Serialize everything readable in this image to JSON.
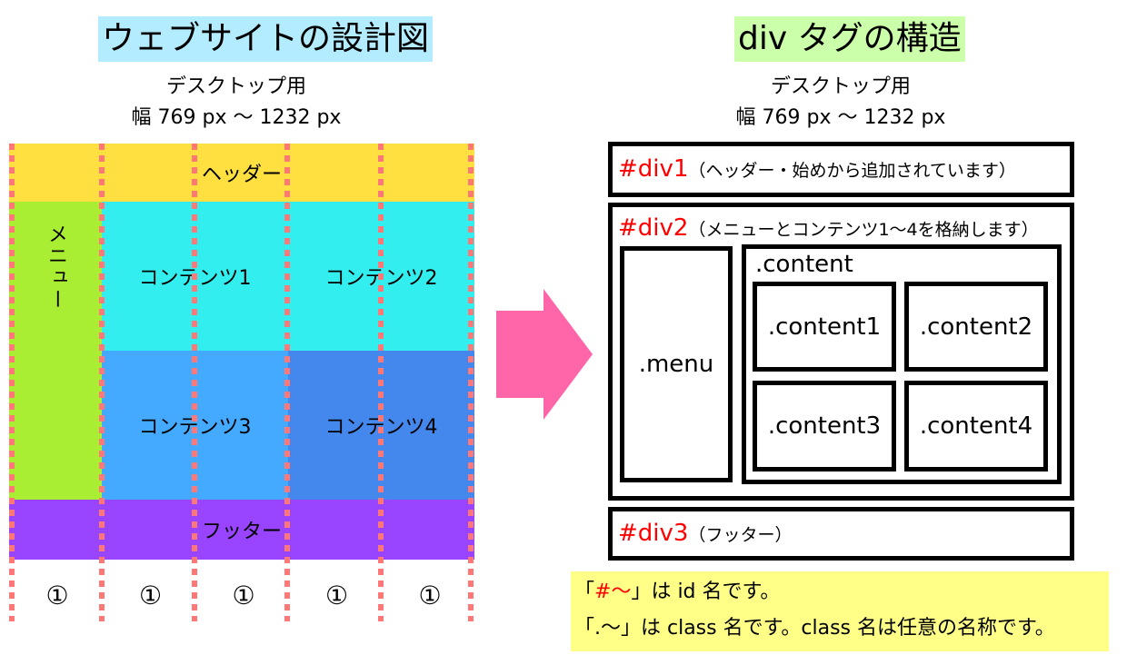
{
  "left": {
    "title": "ウェブサイトの設計図",
    "caption_line1": "デスクトップ用",
    "caption_line2": "幅 769 px 〜 1232 px",
    "header": "ヘッダー",
    "menu": "メニュー",
    "content1": "コンテンツ1",
    "content2": "コンテンツ2",
    "content3": "コンテンツ3",
    "content4": "コンテンツ4",
    "footer": "フッター",
    "column_units": [
      "①",
      "①",
      "①",
      "①",
      "①"
    ]
  },
  "right": {
    "title": "div タグの構造",
    "caption_line1": "デスクトップ用",
    "caption_line2": "幅 769 px 〜 1232 px",
    "div1_id": "#div1",
    "div1_note": "（ヘッダー・始めから追加されています）",
    "div2_id": "#div2",
    "div2_note": "（メニューとコンテンツ1〜4を格納します）",
    "menu_class": ".menu",
    "content_class": ".content",
    "content1_class": ".content1",
    "content2_class": ".content2",
    "content3_class": ".content3",
    "content4_class": ".content4",
    "div3_id": "#div3",
    "div3_note": "（フッター）"
  },
  "legend": {
    "line1_open": "「",
    "line1_symbol": "#〜",
    "line1_rest": "」は id 名です。",
    "line2": "「.〜」は class 名です。class 名は任意の名称です。"
  },
  "colors": {
    "left_title_bg": "#b3ecff",
    "right_title_bg": "#ccffaa",
    "header": "#ffe040",
    "menu": "#aaee33",
    "content_top": "#33eeee",
    "content_bottom": "#44aaff",
    "content4": "#4488ee",
    "footer": "#9944ff",
    "dash": "#ff7777",
    "arrow": "#ff66aa",
    "legend_bg": "#ffff88"
  }
}
